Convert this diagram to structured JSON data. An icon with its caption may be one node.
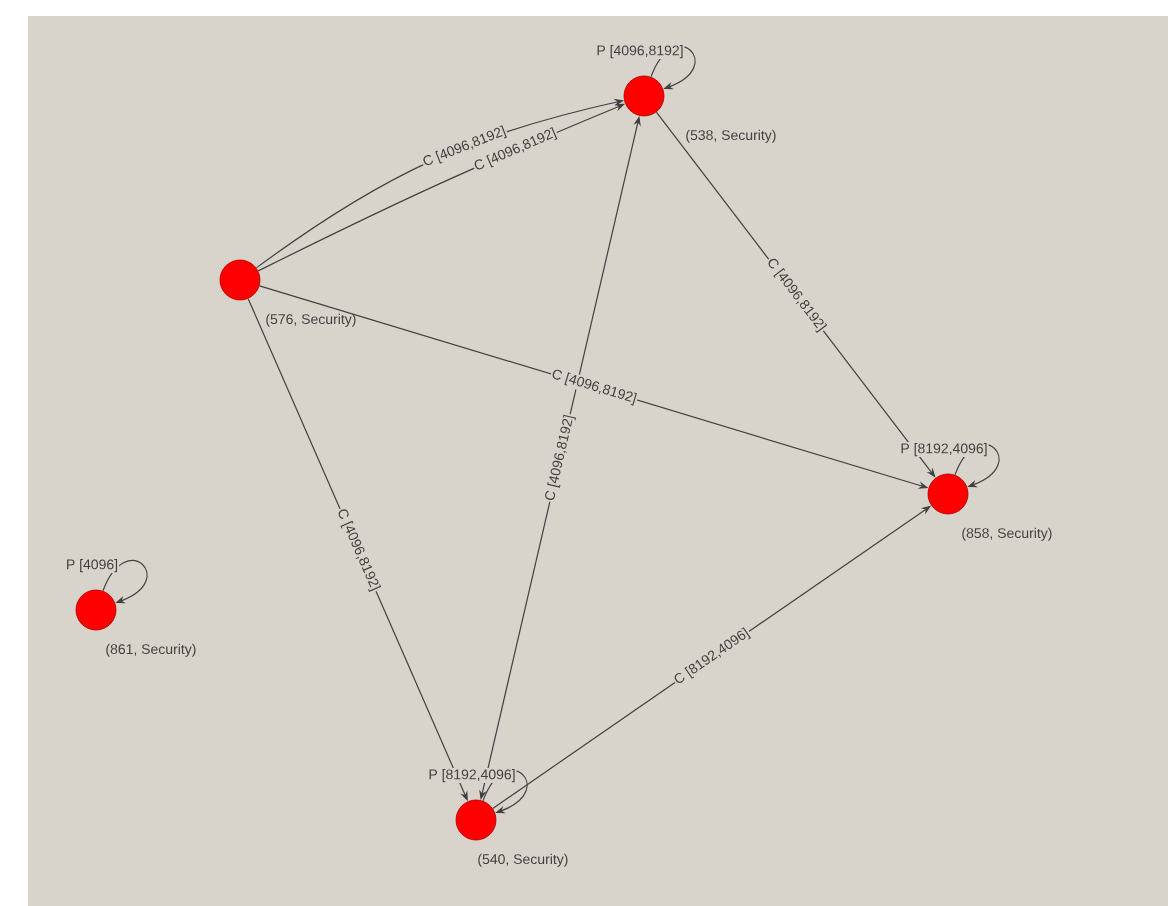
{
  "diagram": {
    "nodes": [
      {
        "text": [],
        "shape": "circle",
        "beside": [
          "(538, Security)"
        ]
      },
      {
        "text": [],
        "shape": "circle",
        "beside": [
          "(576, Security)"
        ]
      },
      {
        "text": [],
        "shape": "circle",
        "beside": [
          "(858, Security)"
        ]
      },
      {
        "text": [],
        "shape": "circle",
        "beside": [
          "(861, Security)"
        ]
      },
      {
        "text": [],
        "shape": "circle",
        "beside": [
          "(540, Security)"
        ]
      }
    ],
    "edges": [
      {
        "from": 0,
        "to": 0,
        "arrow": "to",
        "label": "P [4096,8192]"
      },
      {
        "from": 1,
        "to": 0,
        "arrow": "to",
        "label": "C [4096,8192]"
      },
      {
        "from": 1,
        "to": 0,
        "arrow": "to",
        "label": "C [4096,8192]"
      },
      {
        "from": 0,
        "to": 2,
        "arrow": "to",
        "label": "C [4096,8192]"
      },
      {
        "from": 1,
        "to": 2,
        "arrow": "to",
        "label": "C [4096,8192]"
      },
      {
        "from": 4,
        "to": 0,
        "arrow": "both",
        "label": "C [4096,8192]"
      },
      {
        "from": 2,
        "to": 2,
        "arrow": "to",
        "label": "P [8192,4096]"
      },
      {
        "from": 3,
        "to": 3,
        "arrow": "to",
        "label": "P [4096]"
      },
      {
        "from": 1,
        "to": 4,
        "arrow": "to",
        "label": "C [4096,8192]"
      },
      {
        "from": 4,
        "to": 4,
        "arrow": "to",
        "label": "P [8192,4096]"
      },
      {
        "from": 4,
        "to": 2,
        "arrow": "to",
        "label": "C [8192,4096]"
      }
    ]
  }
}
